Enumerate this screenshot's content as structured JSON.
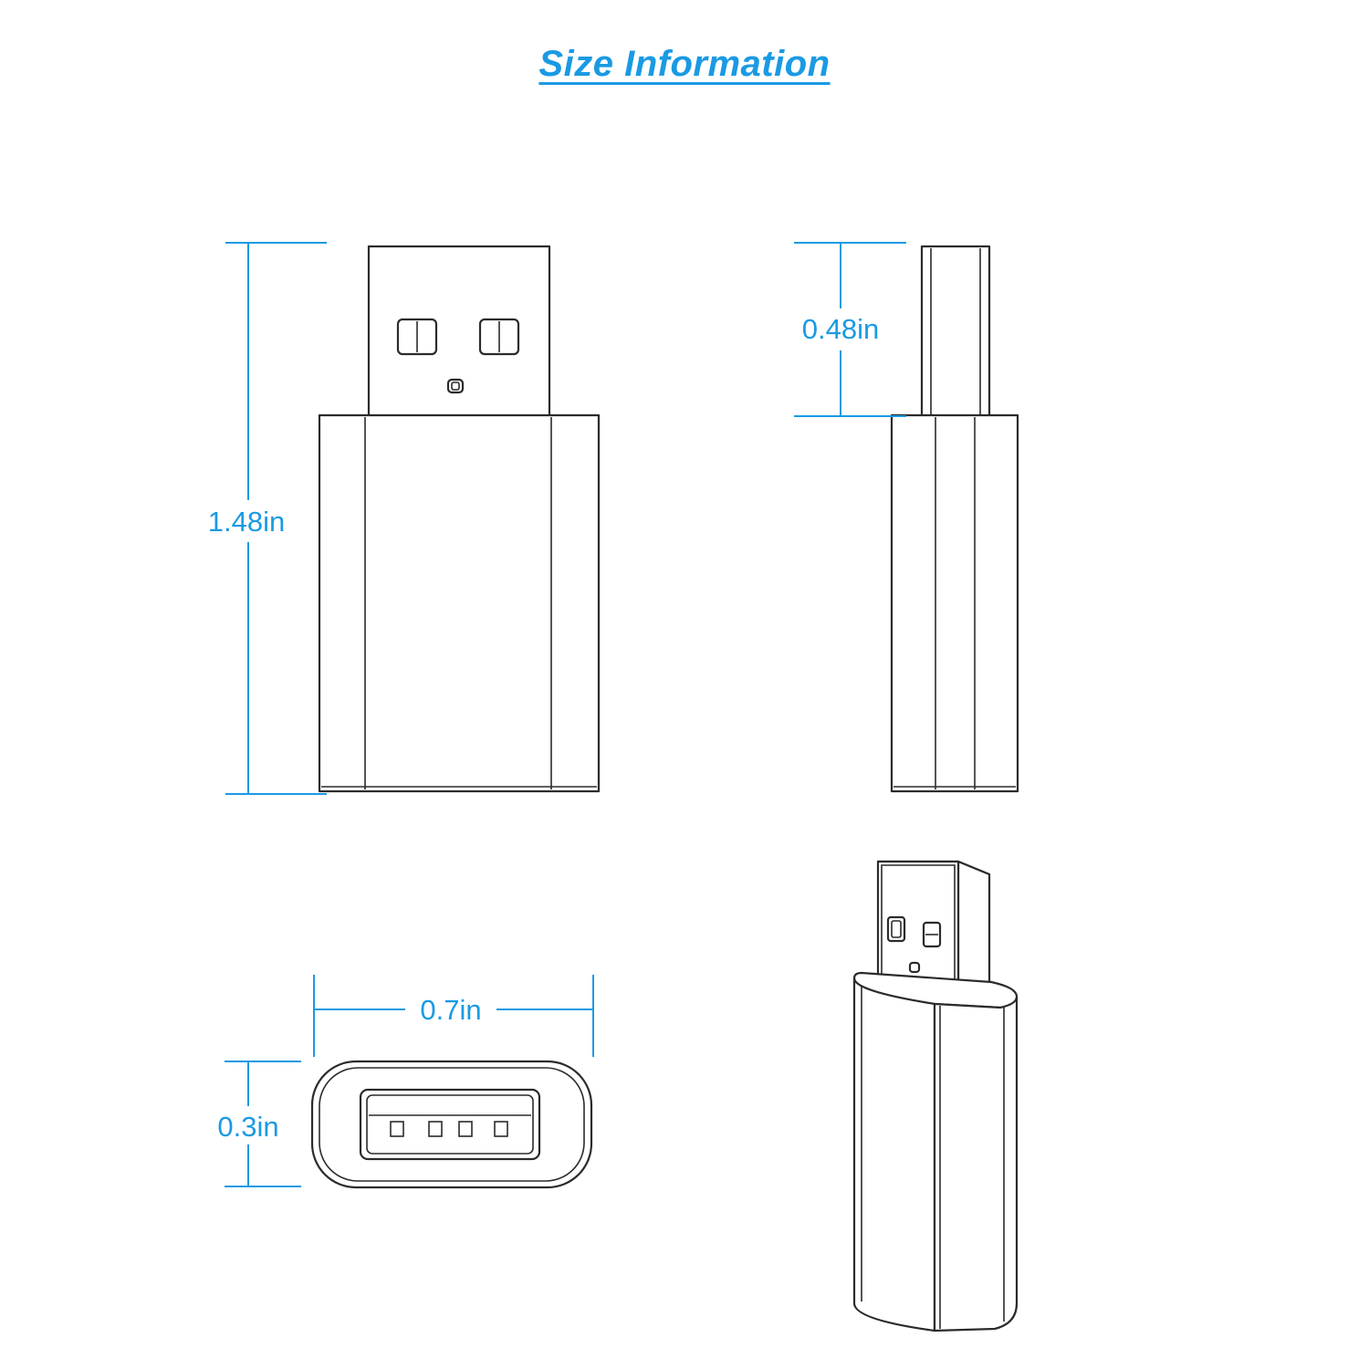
{
  "title": "Size Information",
  "dimensions": {
    "total_length": "1.48in",
    "plug_length": "0.48in",
    "width": "0.7in",
    "thickness": "0.3in"
  },
  "colors": {
    "accent": "#1a9ae3",
    "outline": "#2b2b2b"
  }
}
